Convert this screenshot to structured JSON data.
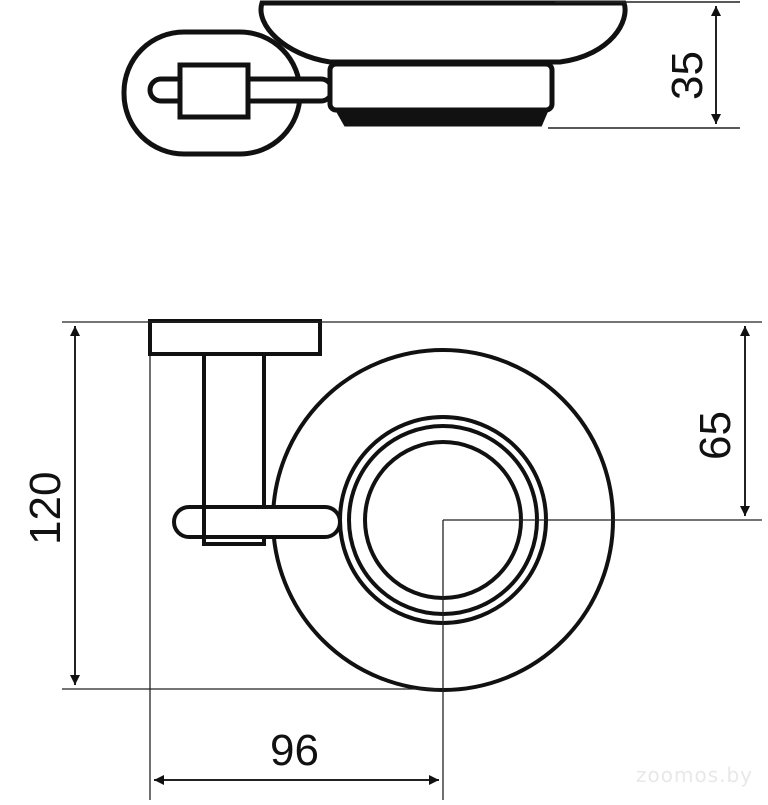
{
  "dimensions": {
    "depth": "35",
    "height": "120",
    "center_height": "65",
    "projection": "96"
  },
  "watermark": "zoomos.by",
  "colors": {
    "line": "#111111",
    "thin": "#222222"
  }
}
